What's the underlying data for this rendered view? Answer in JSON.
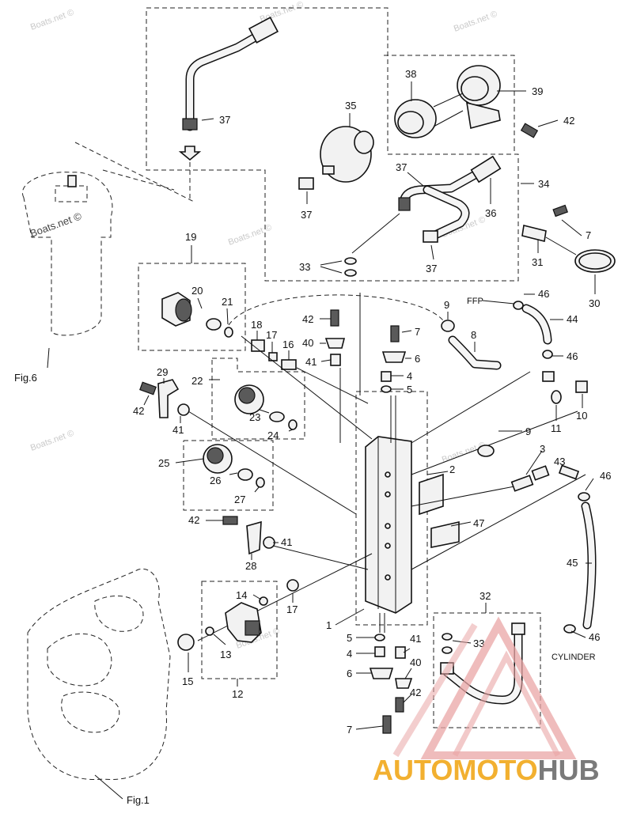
{
  "diagram": {
    "watermarks": [
      "Boats.net ©",
      "Boats.net ©",
      "Boats.net ©",
      "Boats.net ©",
      "Boats.net ©",
      "Boats.net ©",
      "Boats.net ©",
      "Boats.net ©"
    ],
    "watermark_dark": "Boats.net ©",
    "figure_labels": {
      "fig6": "Fig.6",
      "fig1": "Fig.1"
    },
    "text_labels": {
      "ffp": "FFP",
      "cylinder": "CYLINDER"
    },
    "logo": {
      "brand_part1": "AUTOMOTO",
      "brand_part2": "HUB"
    },
    "callouts": {
      "c1": "1",
      "c2": "2",
      "c3": "3",
      "c4a": "4",
      "c4b": "4",
      "c5a": "5",
      "c5b": "5",
      "c6a": "6",
      "c6b": "6",
      "c7a": "7",
      "c7b": "7",
      "c7c": "7",
      "c8": "8",
      "c9a": "9",
      "c9b": "9",
      "c10": "10",
      "c11": "11",
      "c12": "12",
      "c13": "13",
      "c14": "14",
      "c15": "15",
      "c16": "16",
      "c17a": "17",
      "c17b": "17",
      "c18": "18",
      "c19": "19",
      "c20": "20",
      "c21": "21",
      "c22": "22",
      "c23": "23",
      "c24": "24",
      "c25": "25",
      "c26": "26",
      "c27": "27",
      "c28": "28",
      "c29": "29",
      "c30": "30",
      "c31": "31",
      "c32": "32",
      "c33a": "33",
      "c33b": "33",
      "c34": "34",
      "c35": "35",
      "c36": "36",
      "c37a": "37",
      "c37b": "37",
      "c37c": "37",
      "c37d": "37",
      "c38": "38",
      "c39": "39",
      "c40a": "40",
      "c40b": "40",
      "c41a": "41",
      "c41b": "41",
      "c41c": "41",
      "c41d": "41",
      "c42a": "42",
      "c42b": "42",
      "c42c": "42",
      "c42d": "42",
      "c42e": "42",
      "c43": "43",
      "c44": "44",
      "c45": "45",
      "c46a": "46",
      "c46b": "46",
      "c46c": "46",
      "c46d": "46",
      "c47": "47"
    }
  }
}
